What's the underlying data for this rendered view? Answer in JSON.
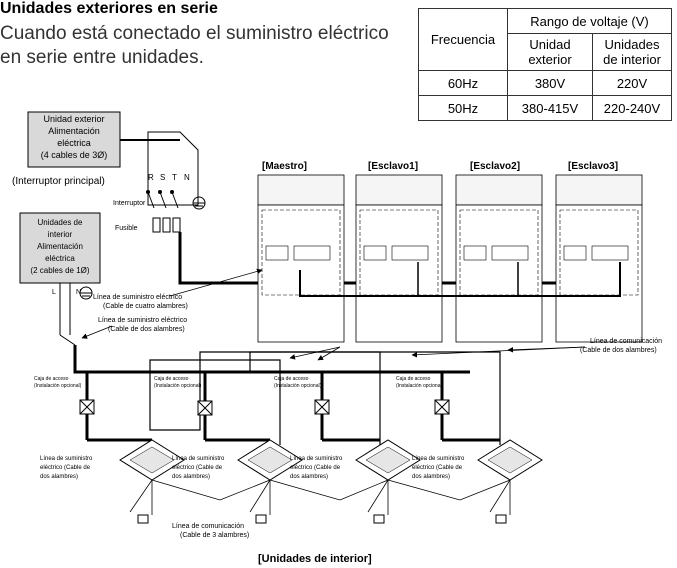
{
  "header": {
    "title": "Unidades exteriores en serie",
    "intro": "Cuando está conectado el suministro eléctrico en serie entre unidades."
  },
  "voltage_table": {
    "col_frequency": "Frecuencia",
    "col_range": "Rango de voltaje (V)",
    "col_outdoor": "Unidad exterior",
    "col_indoor": "Unidades de interior",
    "rows": [
      {
        "freq": "60Hz",
        "outdoor": "380V",
        "indoor": "220V"
      },
      {
        "freq": "50Hz",
        "outdoor": "380-415V",
        "indoor": "220-240V"
      }
    ]
  },
  "diagram": {
    "outdoor_power_box": [
      "Unidad exterior",
      "Alimentación",
      "eléctrica",
      "(4 cables de 3Ø)"
    ],
    "main_switch": "(Interruptor principal)",
    "phase_labels": [
      "R",
      "S",
      "T",
      "N"
    ],
    "switch_label": "Interruptor",
    "fuse_label": "Fusible",
    "indoor_power_box": [
      "Unidades de",
      "interior",
      "Alimentación",
      "eléctrica",
      "(2 cables de 1Ø)"
    ],
    "indoor_power_terminals": [
      "L",
      "N"
    ],
    "outdoor_units": [
      "[Maestro]",
      "[Esclavo1]",
      "[Esclavo2]",
      "[Esclavo3]"
    ],
    "supply_4wire": [
      "Línea de suministro eléctrico",
      "(Cable de cuatro alambres)"
    ],
    "supply_2wire": [
      "Línea de suministro eléctrico",
      "(Cable de dos alambres)"
    ],
    "comm_2wire": [
      "Línea de comunicación",
      "(Cable de dos alambres)"
    ],
    "access_box": [
      "Caja de acceso",
      "(Instalación opcional)"
    ],
    "indoor_supply_label": [
      "Línea de suministro",
      "eléctrico (Cable de",
      "dos alambres)"
    ],
    "comm_3wire": [
      "Línea de comunicación",
      "(Cable de 3 alambres)"
    ],
    "footer": "[Unidades de interior]"
  }
}
